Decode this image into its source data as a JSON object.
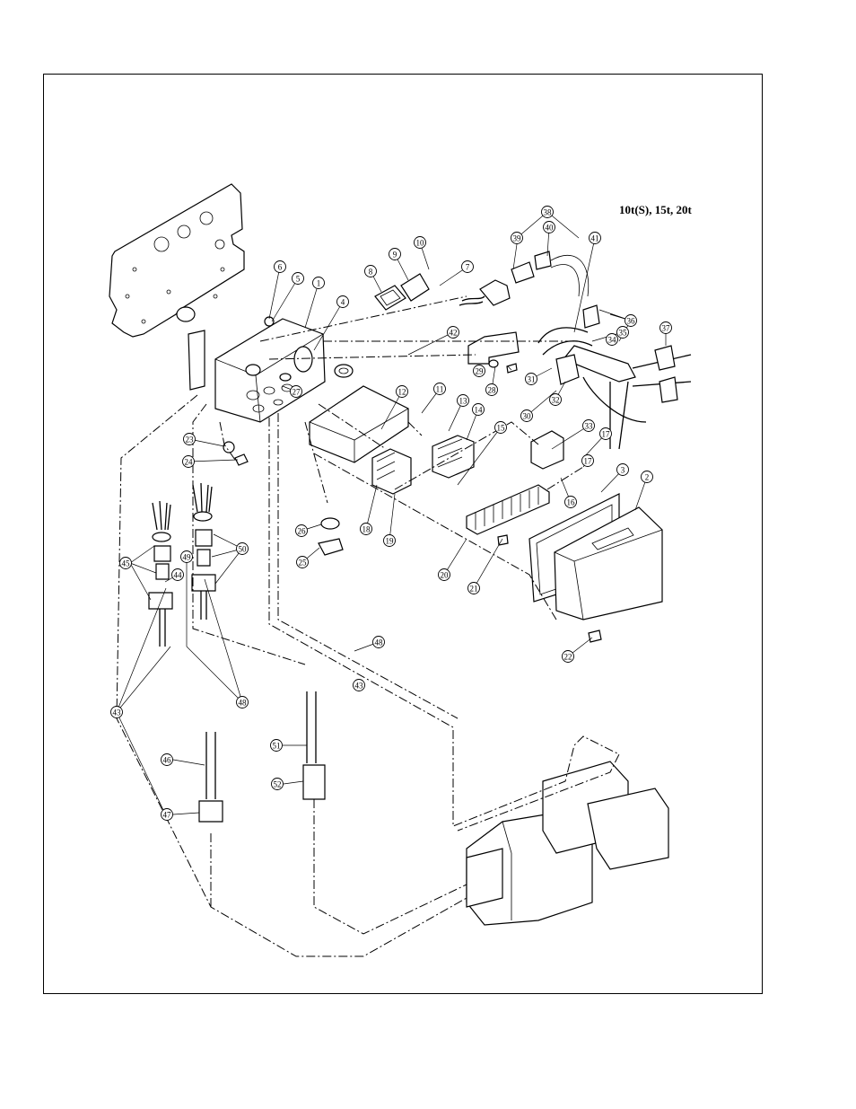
{
  "diagram": {
    "title": "10t(S), 15t, 20t",
    "callouts": [
      "1",
      "2",
      "3",
      "4",
      "5",
      "6",
      "7",
      "8",
      "9",
      "10",
      "11",
      "12",
      "13",
      "14",
      "15",
      "16",
      "17",
      "18",
      "19",
      "20",
      "21",
      "22",
      "23",
      "24",
      "25",
      "26",
      "27",
      "28",
      "29",
      "30",
      "31",
      "32",
      "33",
      "34",
      "35",
      "36",
      "37",
      "38",
      "39",
      "40",
      "41",
      "42",
      "43",
      "44",
      "45",
      "46",
      "47",
      "48",
      "49",
      "50",
      "51",
      "52"
    ]
  }
}
